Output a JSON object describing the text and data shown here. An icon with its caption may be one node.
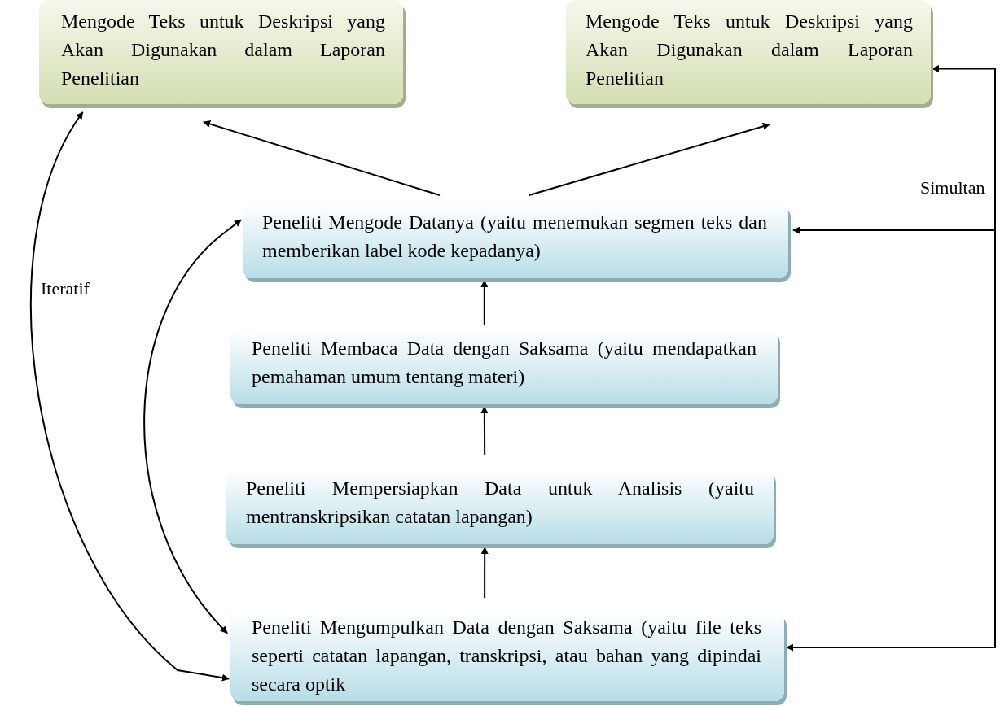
{
  "diagram": {
    "nodes": [
      {
        "text": [
          "Mengode Teks untuk Deskripsi yang Akan Digunakan dalam Laporan Penelitian"
        ]
      },
      {
        "text": [
          "Mengode Teks untuk Deskripsi yang Akan Digunakan dalam Laporan Penelitian"
        ]
      },
      {
        "text": [
          "Peneliti Mengode Datanya (yaitu menemukan segmen teks dan memberikan label kode kepadanya)"
        ]
      },
      {
        "text": [
          "Peneliti Membaca Data dengan Saksama (yaitu mendapatkan pemahaman umum tentang materi)"
        ]
      },
      {
        "text": [
          "Peneliti Mempersiapkan Data untuk Analisis (yaitu mentranskripsikan catatan lapangan)"
        ]
      },
      {
        "text": [
          "Peneliti Mengumpulkan Data dengan Saksama (yaitu file teks seperti catatan lapangan, transkripsi, atau bahan yang dipindai secara optik"
        ]
      }
    ],
    "edges": [
      {
        "from": 2,
        "to": 0,
        "arrow": "to"
      },
      {
        "from": 2,
        "to": 1,
        "arrow": "to"
      },
      {
        "from": 3,
        "to": 2,
        "arrow": "to"
      },
      {
        "from": 4,
        "to": 3,
        "arrow": "to"
      },
      {
        "from": 5,
        "to": 4,
        "arrow": "to"
      },
      {
        "from": 5,
        "to": 0,
        "arrow": "both"
      },
      {
        "from": 5,
        "to": 2,
        "arrow": "both"
      },
      {
        "from": null,
        "to": 1,
        "arrow": "to"
      },
      {
        "from": null,
        "to": 2,
        "arrow": "to"
      },
      {
        "from": null,
        "to": 5,
        "arrow": "to"
      }
    ],
    "labels": [
      "Iteratif",
      "Simultan"
    ]
  }
}
